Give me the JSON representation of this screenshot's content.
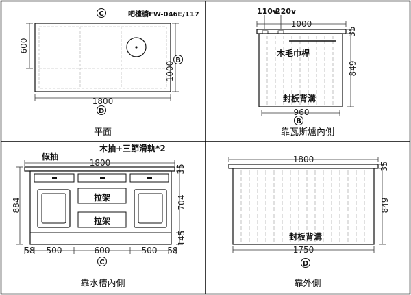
{
  "panels": {
    "plan": {
      "caption": "平面",
      "marker_top": "C",
      "marker_bottom": "D",
      "marker_right": "B",
      "model": "吧檯櫥FW-046E/117",
      "dim_width": "1800",
      "dim_depth_left": "600",
      "dim_depth_right": "1000"
    },
    "gas_side": {
      "caption": "靠瓦斯爐內側",
      "voltage_left": "110v",
      "voltage_right": "220v",
      "dim_top": "1000",
      "dim_bottom": "960",
      "dim_top_thickness": "35",
      "dim_height": "849",
      "label_towel": "木毛巾桿",
      "label_back": "封板背溝",
      "marker_bottom": "B"
    },
    "sink_side": {
      "caption": "靠水槽內側",
      "title": "木抽+三節滑軌*2",
      "label_fake_drawer": "假抽",
      "label_shelf_1": "拉架",
      "label_shelf_2": "拉架",
      "dim_top": "1800",
      "dim_top_thickness": "35",
      "dim_height_total": "884",
      "dim_height_inner": "704",
      "dim_plinth": "145",
      "dim_bottom": [
        "58",
        "500",
        "600",
        "500",
        "58"
      ],
      "marker_bottom": "C"
    },
    "outer_side": {
      "caption": "靠外側",
      "dim_top": "1800",
      "dim_top_thickness": "35",
      "dim_height": "849",
      "dim_bottom": "1750",
      "label_back": "封板背溝",
      "marker_bottom": "D"
    }
  }
}
